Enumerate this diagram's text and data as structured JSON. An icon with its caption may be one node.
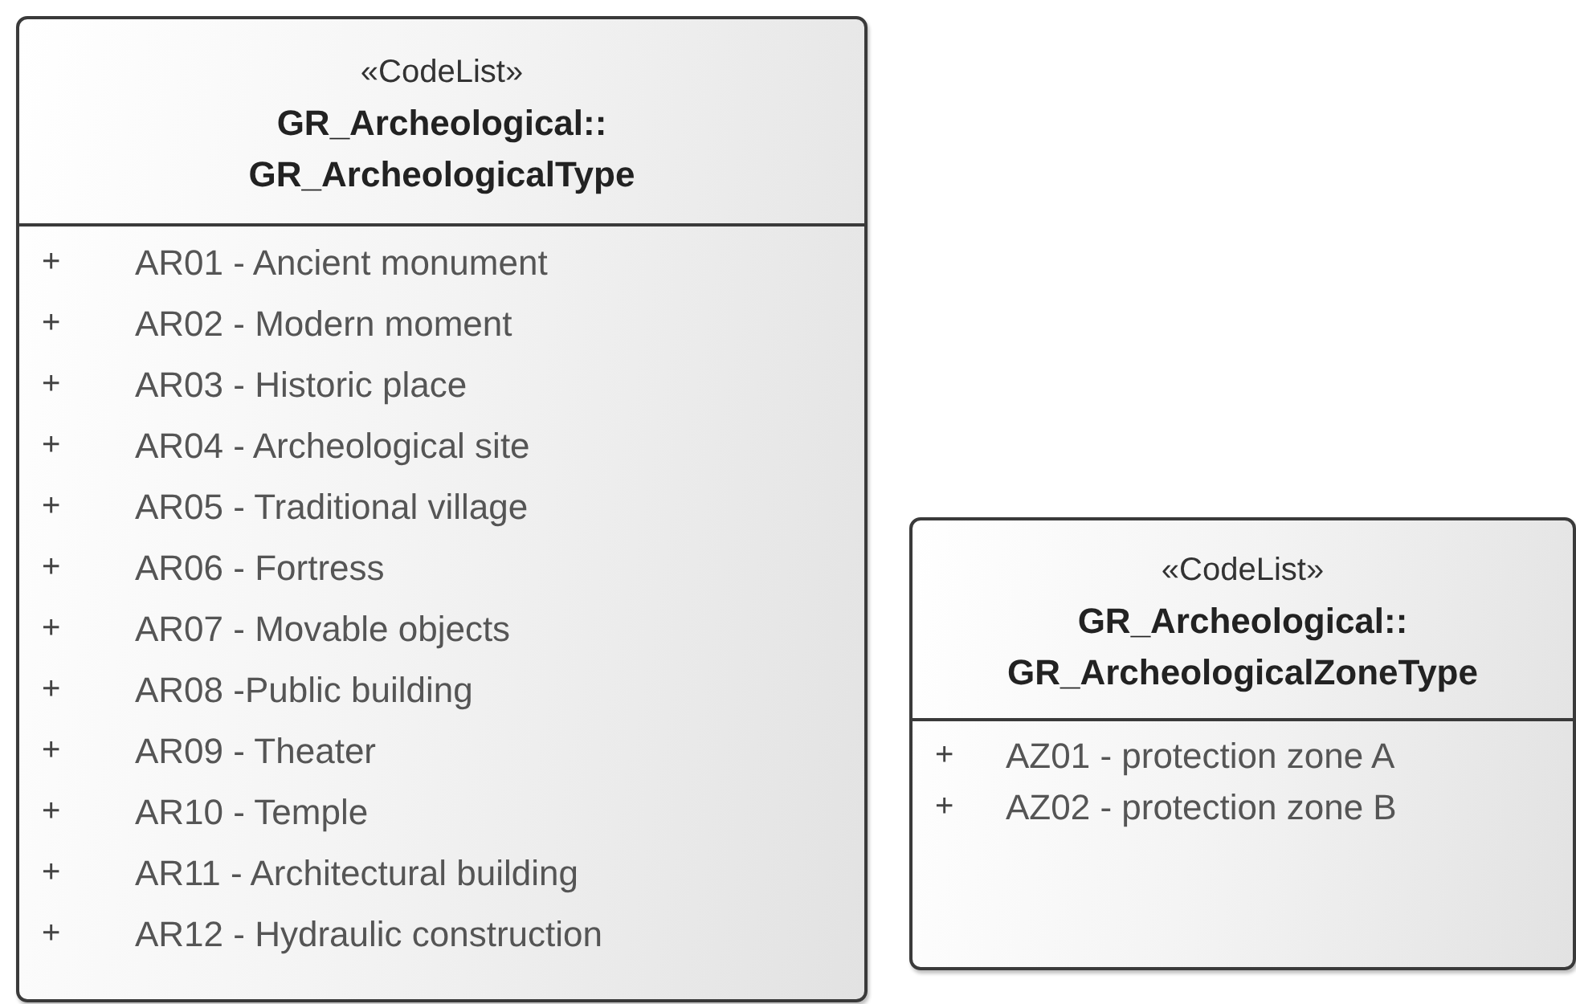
{
  "diagram": {
    "nodes": [
      {
        "text": [
          "«CodeList»",
          "GR_Archeological:: GR_ArcheologicalType",
          "+",
          "AR01 - Ancient monument",
          "+",
          "AR02 - Modern moment",
          "+",
          "AR03 - Historic place",
          "+",
          "AR04 - Archeological site",
          "+",
          "AR05 - Traditional village",
          "+",
          "AR06 - Fortress",
          "+",
          "AR07 - Movable objects",
          "+",
          "AR08 -Public building",
          "+",
          "AR09 - Theater",
          "+",
          "AR10 - Temple",
          "+",
          "AR11 - Architectural building",
          "+",
          "AR12 - Hydraulic construction"
        ]
      },
      {
        "text": [
          "«CodeList»",
          "GR_Archeological:: GR_ArcheologicalZoneType",
          "+",
          "AZ01 - protection zone A",
          "+",
          "AZ02 - protection zone B"
        ]
      }
    ]
  }
}
